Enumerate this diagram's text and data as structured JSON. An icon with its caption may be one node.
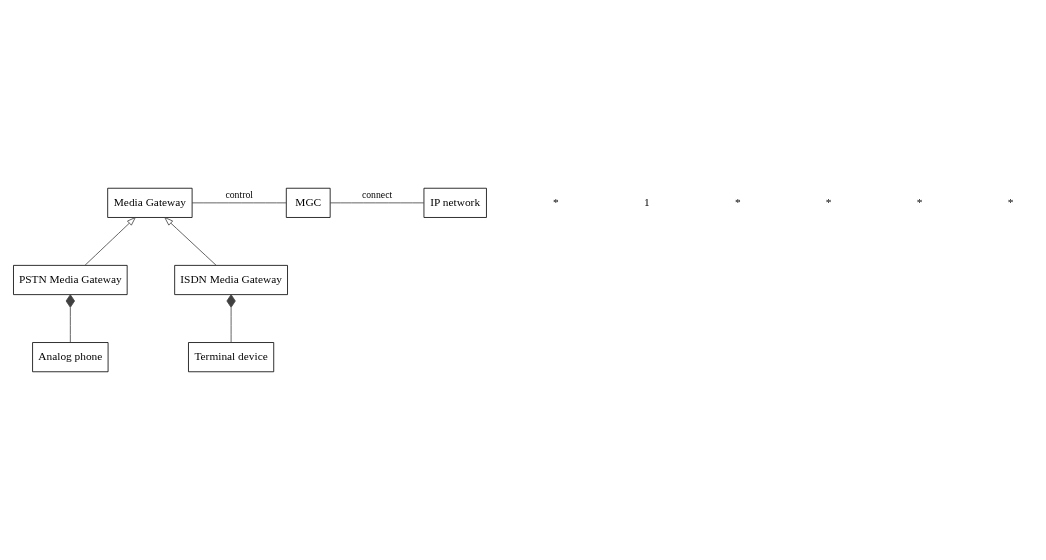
{
  "diagram": {
    "nodes": [
      {
        "text": [
          "Media Gateway"
        ]
      },
      {
        "text": [
          "MGC"
        ]
      },
      {
        "text": [
          "IP network"
        ]
      },
      {
        "text": [
          "PSTN Media Gateway"
        ]
      },
      {
        "text": [
          "ISDN Media Gateway"
        ]
      },
      {
        "text": [
          "Analog phone"
        ]
      },
      {
        "text": [
          "Terminal device"
        ]
      }
    ],
    "edges": [
      {
        "from": 0,
        "to": 1,
        "arrow": "none",
        "label": "control"
      },
      {
        "from": 1,
        "to": 2,
        "arrow": "none",
        "label": "connect"
      },
      {
        "from": 3,
        "to": 0,
        "arrow": "to"
      },
      {
        "from": 4,
        "to": 0,
        "arrow": "to"
      },
      {
        "from": 3,
        "to": 5,
        "arrow": "other"
      },
      {
        "from": 4,
        "to": 6,
        "arrow": "other"
      }
    ],
    "labels": [
      "*",
      "1",
      "*",
      "*",
      "*",
      "*"
    ]
  }
}
